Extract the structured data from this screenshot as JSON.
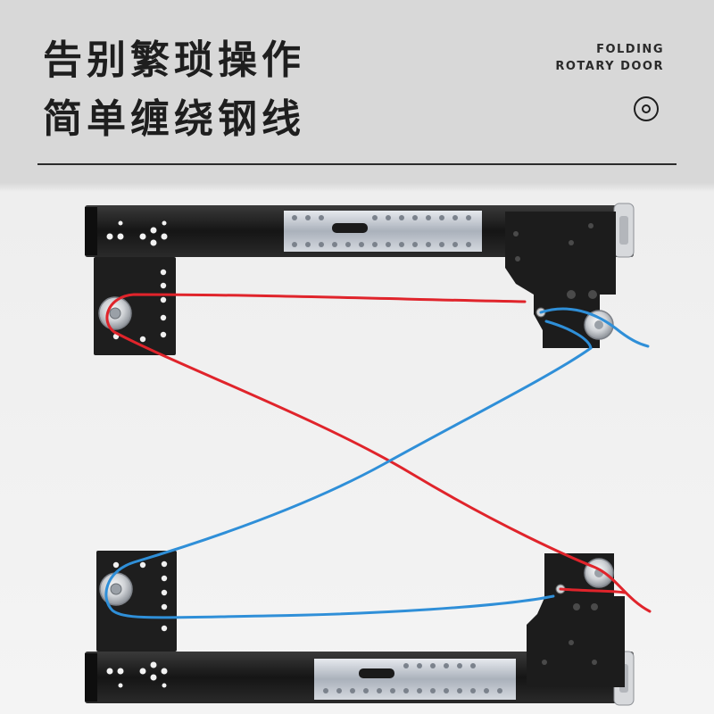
{
  "header": {
    "headline_line1": "告别繁琐操作",
    "headline_line2": "简单缠绕钢线",
    "brand_line1": "FOLDING",
    "brand_line2": "ROTARY DOOR",
    "target_icon": "concentric-circle-icon"
  },
  "colors": {
    "header_bg": "#d8d8d8",
    "text": "#1e1e1e",
    "red_cable": "#e0242b",
    "blue_cable": "#2f8fd8",
    "bracket": "#1c1c1c"
  }
}
